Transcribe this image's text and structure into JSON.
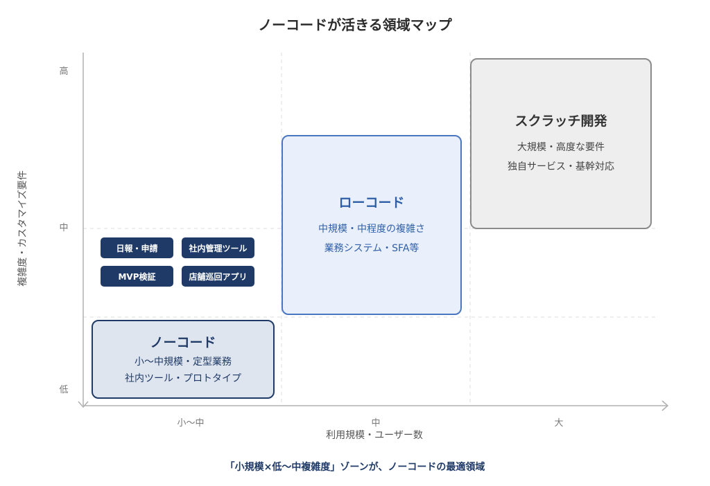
{
  "title": "ノーコードが活きる領域マップ",
  "footer": "「小規模×低〜中複雑度」ゾーンが、ノーコードの最適領域",
  "axes": {
    "y_label": "複雑度・カスタマイズ要件",
    "x_label": "利用規模・ユーザー数",
    "y_ticks": [
      "高",
      "中",
      "低"
    ],
    "x_ticks": [
      "小〜中",
      "中",
      "大"
    ]
  },
  "zones": {
    "scratch": {
      "title": "スクラッチ開発",
      "lines": [
        "大規模・高度な要件",
        "独自サービス・基幹対応"
      ]
    },
    "lowcode": {
      "title": "ローコード",
      "lines": [
        "中規模・中程度の複雑さ",
        "業務システム・SFA等"
      ]
    },
    "nocode": {
      "title": "ノーコード",
      "lines": [
        "小〜中規模・定型業務",
        "社内ツール・プロトタイプ"
      ]
    }
  },
  "examples": [
    "日報・申請",
    "社内管理ツール",
    "MVP検証",
    "店舗巡回アプリ"
  ],
  "colors": {
    "nocode": "#1f3a66",
    "lowcode": "#4a76bf",
    "scratch": "#8a8a8a"
  }
}
